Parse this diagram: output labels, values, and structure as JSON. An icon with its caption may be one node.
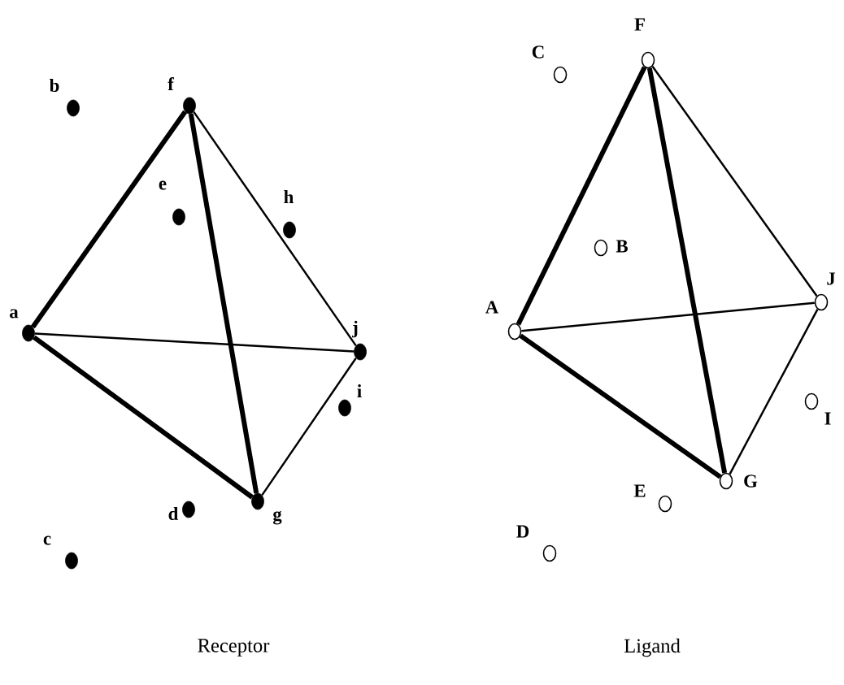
{
  "diagram": {
    "nodes": [
      {
        "text": [],
        "shape": "dot",
        "beside": [
          "a"
        ]
      },
      {
        "text": [],
        "shape": "dot",
        "beside": [
          "b"
        ]
      },
      {
        "text": [],
        "shape": "dot",
        "beside": [
          "c"
        ]
      },
      {
        "text": [],
        "shape": "dot",
        "beside": [
          "d"
        ]
      },
      {
        "text": [],
        "shape": "dot",
        "beside": [
          "e"
        ]
      },
      {
        "text": [],
        "shape": "dot",
        "beside": [
          "f"
        ]
      },
      {
        "text": [],
        "shape": "dot",
        "beside": [
          "g"
        ]
      },
      {
        "text": [],
        "shape": "dot",
        "beside": [
          "h"
        ]
      },
      {
        "text": [],
        "shape": "dot",
        "beside": [
          "i"
        ]
      },
      {
        "text": [],
        "shape": "dot",
        "beside": [
          "j"
        ]
      },
      {
        "text": [],
        "shape": "circle",
        "beside": [
          "A"
        ]
      },
      {
        "text": [],
        "shape": "circle",
        "beside": [
          "B"
        ]
      },
      {
        "text": [],
        "shape": "circle",
        "beside": [
          "C"
        ]
      },
      {
        "text": [],
        "shape": "circle",
        "beside": [
          "D"
        ]
      },
      {
        "text": [],
        "shape": "circle",
        "beside": [
          "E"
        ]
      },
      {
        "text": [],
        "shape": "circle",
        "beside": [
          "F"
        ]
      },
      {
        "text": [],
        "shape": "circle",
        "beside": [
          "G"
        ]
      },
      {
        "text": [],
        "shape": "circle",
        "beside": [
          "I"
        ]
      },
      {
        "text": [],
        "shape": "circle",
        "beside": [
          "J"
        ]
      }
    ],
    "edges": [
      {
        "from": 5,
        "to": 0,
        "arrow": "none",
        "style": "thick"
      },
      {
        "from": 5,
        "to": 6,
        "arrow": "none",
        "style": "thick"
      },
      {
        "from": 5,
        "to": 9,
        "arrow": "none"
      },
      {
        "from": 0,
        "to": 9,
        "arrow": "none"
      },
      {
        "from": 0,
        "to": 6,
        "arrow": "none",
        "style": "thick"
      },
      {
        "from": 6,
        "to": 9,
        "arrow": "none"
      },
      {
        "from": 15,
        "to": 10,
        "arrow": "none",
        "style": "thick"
      },
      {
        "from": 15,
        "to": 16,
        "arrow": "none",
        "style": "thick"
      },
      {
        "from": 15,
        "to": 18,
        "arrow": "none"
      },
      {
        "from": 10,
        "to": 18,
        "arrow": "none"
      },
      {
        "from": 10,
        "to": 16,
        "arrow": "none",
        "style": "thick"
      },
      {
        "from": 16,
        "to": 18,
        "arrow": "none"
      }
    ],
    "labels": [
      "Receptor",
      "Ligand"
    ]
  }
}
